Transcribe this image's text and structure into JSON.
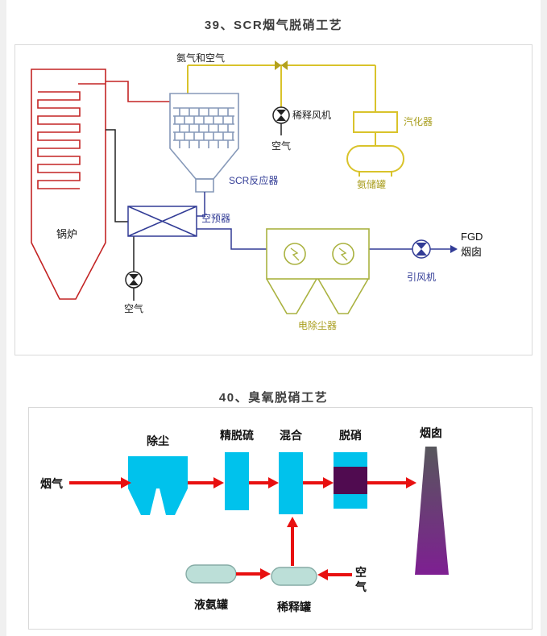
{
  "scr": {
    "title": "39、SCR烟气脱硝工艺",
    "labels": {
      "ammonia_air": "氨气和空气",
      "dilution_fan": "稀释风机",
      "air_top": "空气",
      "vaporizer": "汽化器",
      "ammonia_tank": "氨储罐",
      "reactor": "SCR反应器",
      "preheater": "空预器",
      "boiler": "锅炉",
      "air_bottom": "空气",
      "esp": "电除尘器",
      "id_fan": "引风机",
      "fgd": "FGD",
      "chimney": "烟囱"
    }
  },
  "ozone": {
    "title": "40、臭氧脱硝工艺",
    "labels": {
      "flue_gas": "烟气",
      "dust": "除尘",
      "desulf": "精脱硫",
      "mix": "混合",
      "denox": "脱硝",
      "chimney": "烟囱",
      "liquid_ammonia_tank": "液氨罐",
      "dilution_tank": "稀释罐",
      "air": "空气"
    }
  },
  "colors": {
    "red": "#c32424",
    "gold": "#d9c32b",
    "gold_dark": "#b3a11e",
    "ink": "#222222",
    "navy": "#323c96",
    "scr_blue": "#8598b8",
    "esp_green": "#aab240",
    "cyan": "#00c2ec",
    "arrow_red": "#e81010",
    "purple_band": "#500b50",
    "chimney_top": "#57575c",
    "chimney_bottom": "#7e1f92",
    "tank_fill": "#bcdfd8",
    "tank_stroke": "#86aca6"
  }
}
